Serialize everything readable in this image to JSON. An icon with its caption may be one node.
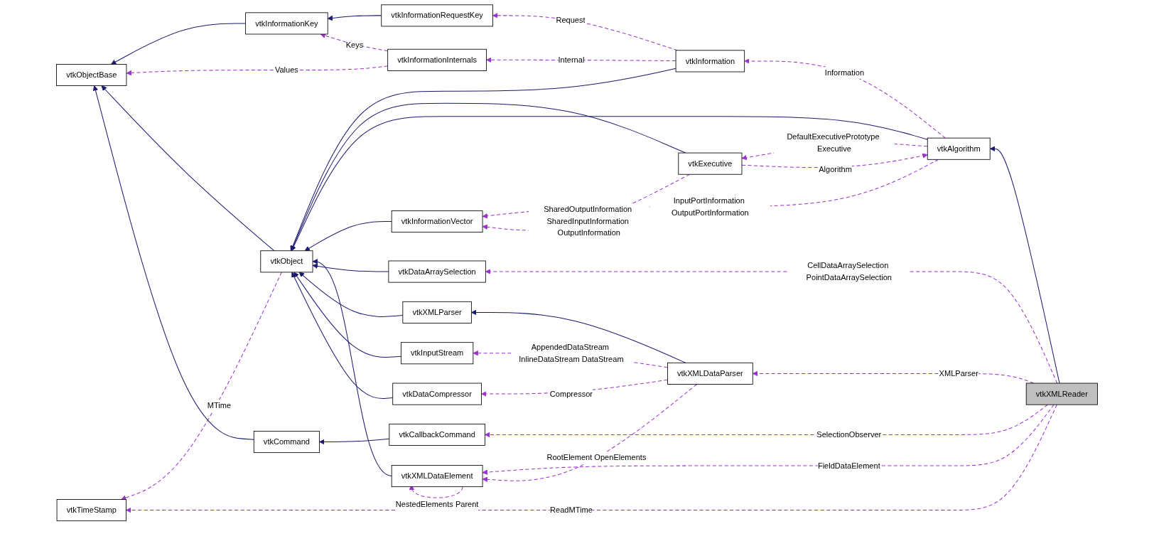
{
  "diagram": {
    "nodes": [
      {
        "text": [
          "vtkInformationRequestKey"
        ]
      },
      {
        "text": [
          "vtkInformation"
        ]
      },
      {
        "text": [
          "vtkInformationKey"
        ]
      },
      {
        "text": [
          "vtkInformationInternals"
        ]
      },
      {
        "text": [
          "vtkAlgorithm"
        ]
      },
      {
        "text": [
          "vtkExecutive"
        ]
      },
      {
        "text": [
          "vtkObjectBase"
        ]
      },
      {
        "text": [
          "vtkInformationVector"
        ]
      },
      {
        "text": [
          "vtkObject"
        ]
      },
      {
        "text": [
          "vtkDataArraySelection"
        ]
      },
      {
        "text": [
          "vtkTimeStamp"
        ]
      },
      {
        "text": [
          "vtkXMLDataElement"
        ]
      },
      {
        "text": [
          "vtkXMLParser"
        ]
      },
      {
        "text": [
          "vtkXMLReader"
        ]
      },
      {
        "text": [
          "vtkXMLDataParser"
        ]
      },
      {
        "text": [
          "vtkInputStream"
        ]
      },
      {
        "text": [
          "vtkDataCompressor"
        ]
      },
      {
        "text": [
          "vtkCommand"
        ]
      },
      {
        "text": [
          "vtkCallbackCommand"
        ]
      }
    ],
    "edges": [
      {
        "from": 0,
        "to": 2,
        "arrow": "to",
        "color": "#191970"
      },
      {
        "from": 1,
        "to": 0,
        "arrow": "to",
        "style": "dashed",
        "label": "Request"
      },
      {
        "from": 1,
        "to": 3,
        "arrow": "to",
        "style": "dashed",
        "label": "Internal"
      },
      {
        "from": 3,
        "to": 2,
        "arrow": "to",
        "style": "dashed",
        "label": "Keys"
      },
      {
        "from": 2,
        "to": 6,
        "arrow": "to",
        "color": "#191970"
      },
      {
        "from": 3,
        "to": 6,
        "arrow": "to",
        "style": "dashed",
        "label": "Values"
      },
      {
        "from": 1,
        "to": 8,
        "arrow": "to",
        "color": "#191970"
      },
      {
        "from": 4,
        "to": 1,
        "arrow": "to",
        "style": "dashed",
        "label": "Information"
      },
      {
        "from": 5,
        "to": 8,
        "arrow": "to",
        "color": "#191970"
      },
      {
        "from": 4,
        "to": 8,
        "arrow": "to",
        "color": "#191970"
      },
      {
        "from": 5,
        "to": 4,
        "arrow": "to",
        "style": "dashed",
        "label": "Algorithm"
      },
      {
        "from": 4,
        "to": 5,
        "arrow": "to",
        "style": "dashed",
        "label": "DefaultExecutivePrototype Executive"
      },
      {
        "from": 4,
        "to": 7,
        "arrow": "to",
        "style": "dashed",
        "label": "InputPortInformation OutputPortInformation"
      },
      {
        "from": 5,
        "to": 7,
        "arrow": "to",
        "style": "dashed",
        "label": "SharedOutputInformation SharedInputInformation OutputInformation"
      },
      {
        "from": 8,
        "to": 6,
        "arrow": "to",
        "color": "#191970"
      },
      {
        "from": 7,
        "to": 8,
        "arrow": "to",
        "color": "#191970"
      },
      {
        "from": 9,
        "to": 8,
        "arrow": "to",
        "color": "#191970"
      },
      {
        "from": 8,
        "to": 10,
        "arrow": "to",
        "style": "dashed",
        "label": "MTime"
      },
      {
        "from": 11,
        "to": 8,
        "arrow": "to",
        "color": "#191970"
      },
      {
        "from": 11,
        "to": 11,
        "arrow": "to",
        "style": "dashed",
        "label": "NestedElements Parent"
      },
      {
        "from": 13,
        "to": 9,
        "arrow": "to",
        "style": "dashed",
        "label": "CellDataArraySelection PointDataArraySelection"
      },
      {
        "from": 13,
        "to": 11,
        "arrow": "to",
        "style": "dashed",
        "label": "FieldDataElement"
      },
      {
        "from": 14,
        "to": 11,
        "arrow": "to",
        "style": "dashed",
        "label": "RootElement OpenElements"
      },
      {
        "from": 12,
        "to": 8,
        "arrow": "to",
        "color": "#191970"
      },
      {
        "from": 14,
        "to": 12,
        "arrow": "to",
        "color": "#191970"
      },
      {
        "from": 13,
        "to": 14,
        "arrow": "to",
        "style": "dashed",
        "label": "XMLParser"
      },
      {
        "from": 15,
        "to": 8,
        "arrow": "to",
        "color": "#191970"
      },
      {
        "from": 14,
        "to": 15,
        "arrow": "to",
        "style": "dashed",
        "label": "AppendedDataStream InlineDataStream DataStream"
      },
      {
        "from": 16,
        "to": 8,
        "arrow": "to",
        "color": "#191970"
      },
      {
        "from": 14,
        "to": 16,
        "arrow": "to",
        "style": "dashed",
        "label": "Compressor"
      },
      {
        "from": 13,
        "to": 4,
        "arrow": "to",
        "color": "#191970"
      },
      {
        "from": 13,
        "to": 10,
        "arrow": "to",
        "style": "dashed",
        "label": "ReadMTime"
      },
      {
        "from": 17,
        "to": 6,
        "arrow": "to",
        "color": "#191970"
      },
      {
        "from": 18,
        "to": 17,
        "arrow": "to",
        "color": "#191970"
      },
      {
        "from": 13,
        "to": 18,
        "arrow": "to",
        "style": "dashed",
        "label": "SelectionObserver"
      }
    ]
  }
}
